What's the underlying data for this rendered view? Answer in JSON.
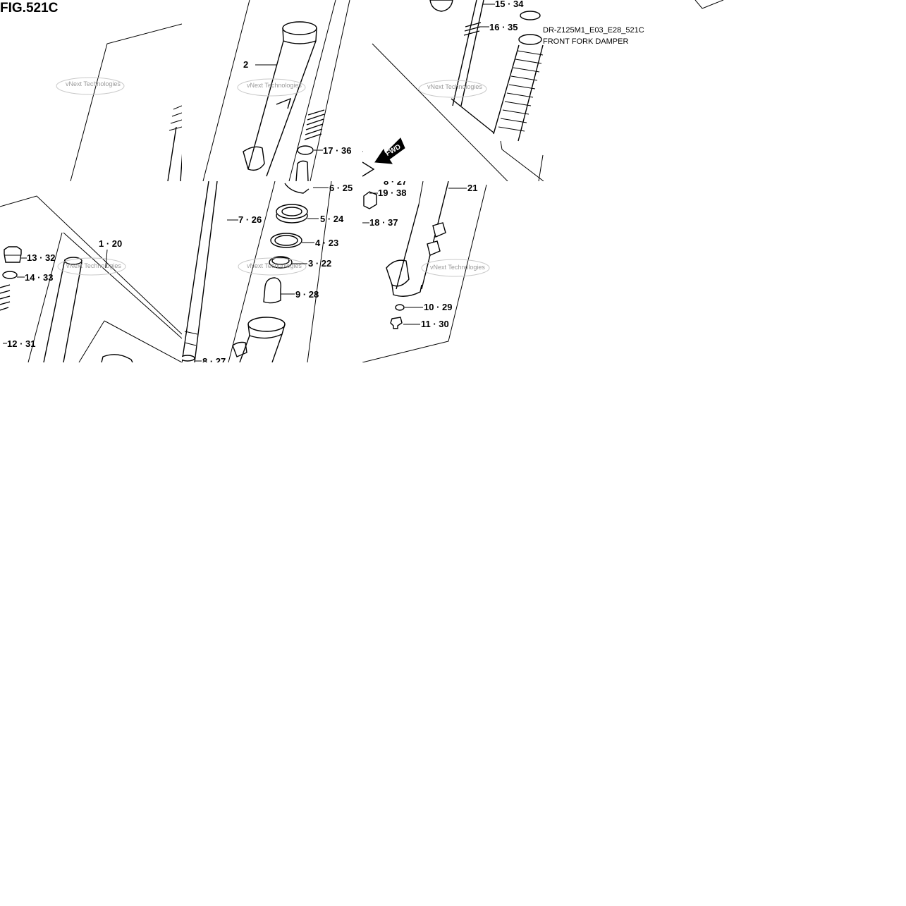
{
  "figure": {
    "title": "FIG.521C",
    "code": "DR-Z125M1_E03_E28_521C",
    "name": "FRONT FORK DAMPER",
    "watermark": "vNext Technologies",
    "fwd": "FWD"
  },
  "callouts": {
    "c2": "2",
    "c15": "15 · 34",
    "c16": "16 · 35",
    "c17": "17 · 36",
    "c6": "6 · 25",
    "c8a": "8 · 27",
    "c19": "19 · 38",
    "c18": "18 · 37",
    "c21": "21",
    "c7": "7 · 26",
    "c5": "5 · 24",
    "c4": "4 · 23",
    "c3": "3 · 22",
    "c9": "9 · 28",
    "c10": "10 · 29",
    "c11": "11 · 30",
    "c1": "1 · 20",
    "c13": "13 · 32",
    "c14": "14 · 33",
    "c12": "12 · 31",
    "c8b": "8 · 27"
  }
}
